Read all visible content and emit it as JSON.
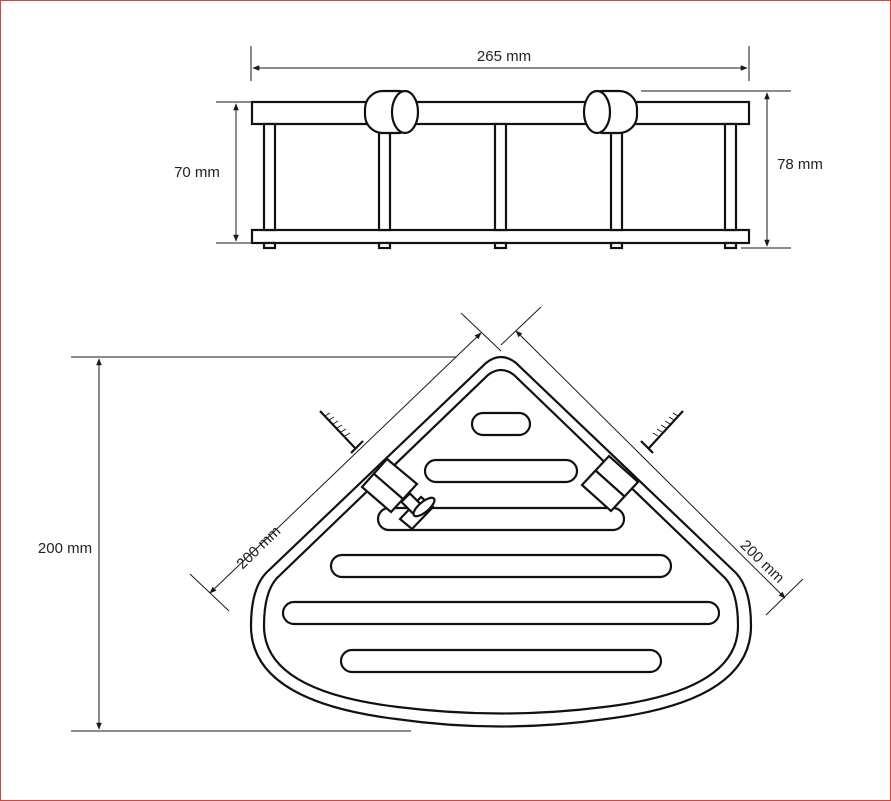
{
  "dimensions": {
    "top_width": "265 mm",
    "top_inner_height": "70 mm",
    "top_outer_height": "78 mm",
    "plan_height": "200 mm",
    "plan_side_left": "200 mm",
    "plan_side_right": "200 mm"
  },
  "colors": {
    "frame_border": "#d9443a",
    "line": "#111111"
  }
}
